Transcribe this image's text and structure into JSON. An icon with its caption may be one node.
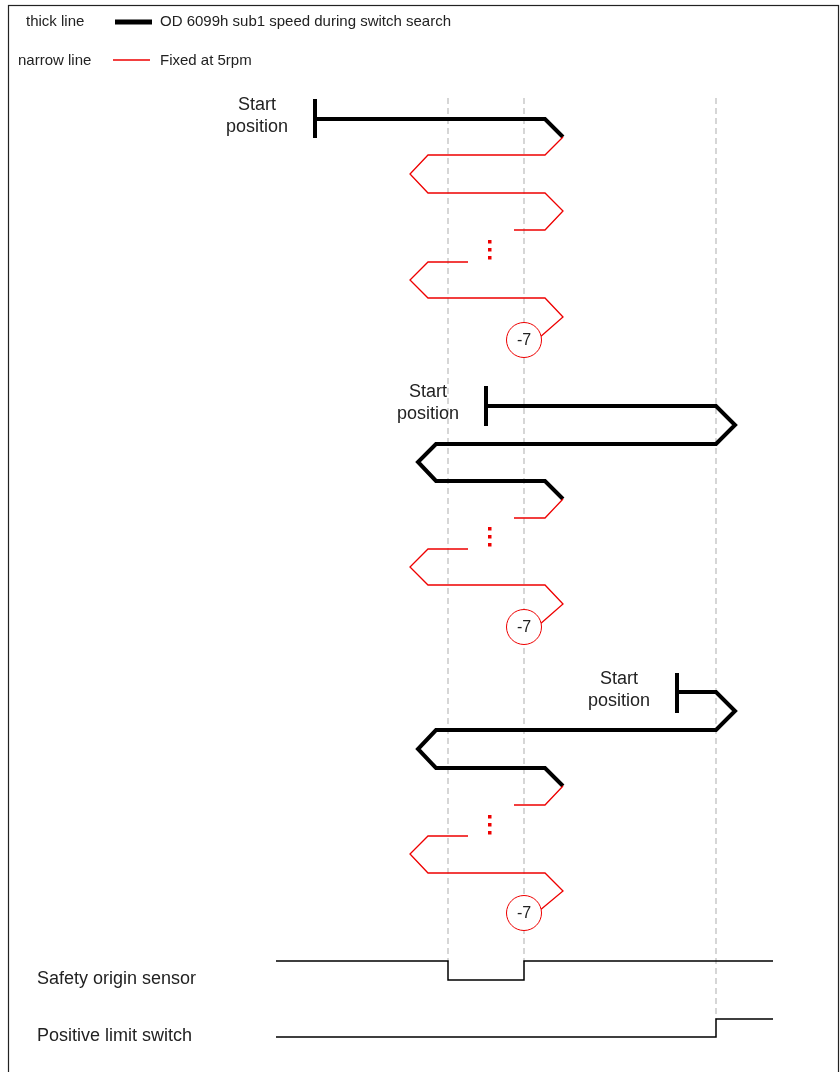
{
  "diagram": {
    "nodes": [
      {
        "text": [
          "-7"
        ]
      },
      {
        "text": [
          "-7"
        ]
      },
      {
        "text": [
          "-7"
        ]
      }
    ],
    "labels": [
      "thick line",
      "narrow line",
      "Start position",
      "Start position",
      "Start position",
      "Safety origin sensor",
      "Positive limit switch"
    ],
    "legend": [
      {
        "text": "OD 6099h sub1 speed during switch search"
      },
      {
        "text": "Fixed at 5rpm"
      }
    ]
  }
}
